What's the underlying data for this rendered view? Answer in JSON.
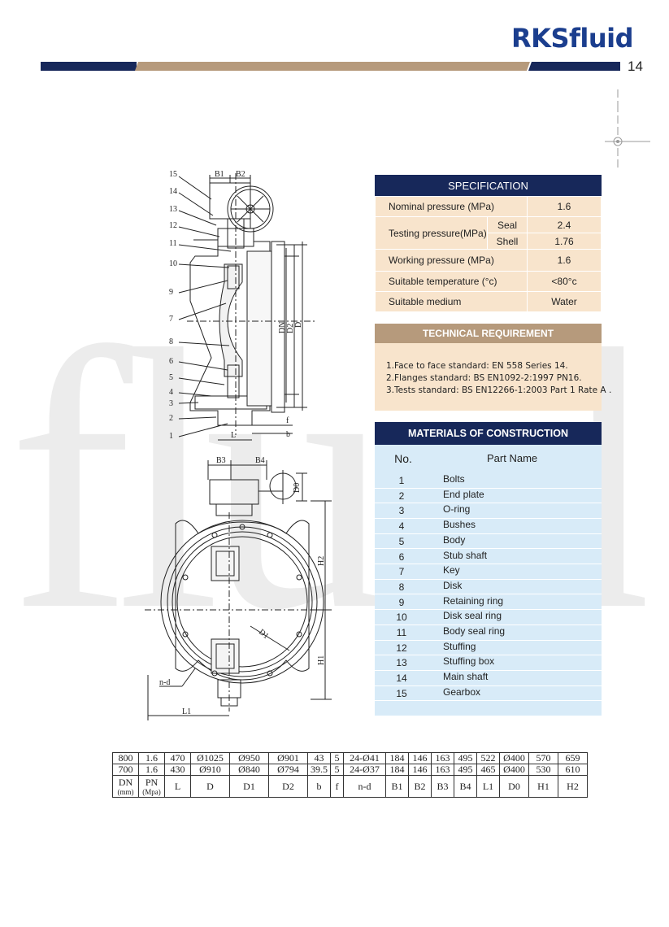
{
  "brand": {
    "logo_text": "RKSfluid",
    "page_number": "14",
    "watermark": "fluid"
  },
  "colors": {
    "navy": "#17285a",
    "tan": "#b69a7c",
    "peach": "#f8e4cc",
    "light_blue": "#d8ebf8",
    "logo_blue": "#1b3e8e"
  },
  "drawing": {
    "side_labels": [
      "15",
      "14",
      "13",
      "12",
      "11",
      "10",
      "9",
      "7",
      "8",
      "6",
      "5",
      "4",
      "3",
      "2",
      "1"
    ],
    "side_dims": {
      "b1": "B1",
      "b2": "B2",
      "dn": "DN",
      "d2": "D2",
      "d": "D",
      "f": "f",
      "b": "b",
      "l": "L"
    },
    "front_dims": {
      "b3": "B3",
      "b4": "B4",
      "d0": "D0",
      "h2": "H2",
      "h1": "H1",
      "d1": "D1",
      "nd": "n-d",
      "l1": "L1"
    }
  },
  "specification": {
    "title": "SPECIFICATION",
    "nominal_label": "Nominal pressure (MPa)",
    "nominal_value": "1.6",
    "testing_label": "Testing pressure(MPa)",
    "seal_label": "Seal",
    "seal_value": "2.4",
    "shell_label": "Shell",
    "shell_value": "1.76",
    "working_label": "Working pressure (MPa)",
    "working_value": "1.6",
    "temp_label": "Suitable temperature (°c)",
    "temp_value": "<80°c",
    "medium_label": "Suitable medium",
    "medium_value": "Water"
  },
  "technical": {
    "title": "TECHNICAL REQUIREMENT",
    "lines": [
      "1.Face to face standard: EN 558 Series 14.",
      "2.Flanges standard: BS EN1092-2:1997 PN16.",
      "3.Tests standard: BS EN12266-1:2003 Part 1 Rate A ."
    ]
  },
  "materials": {
    "title": "MATERIALS OF CONSTRUCTION",
    "col_no": "No.",
    "col_part": "Part Name",
    "rows": [
      {
        "no": "1",
        "part": "Bolts"
      },
      {
        "no": "2",
        "part": "End plate"
      },
      {
        "no": "3",
        "part": "O-ring"
      },
      {
        "no": "4",
        "part": "Bushes"
      },
      {
        "no": "5",
        "part": "Body"
      },
      {
        "no": "6",
        "part": "Stub shaft"
      },
      {
        "no": "7",
        "part": "Key"
      },
      {
        "no": "8",
        "part": "Disk"
      },
      {
        "no": "9",
        "part": "Retaining ring"
      },
      {
        "no": "10",
        "part": "Disk seal ring"
      },
      {
        "no": "11",
        "part": "Body seal ring"
      },
      {
        "no": "12",
        "part": "Stuffing"
      },
      {
        "no": "13",
        "part": "Stuffing box"
      },
      {
        "no": "14",
        "part": "Main shaft"
      },
      {
        "no": "15",
        "part": "Gearbox"
      }
    ]
  },
  "dimensions": {
    "rows": [
      [
        "800",
        "1.6",
        "470",
        "Ø1025",
        "Ø950",
        "Ø901",
        "43",
        "5",
        "24-Ø41",
        "184",
        "146",
        "163",
        "495",
        "522",
        "Ø400",
        "570",
        "659"
      ],
      [
        "700",
        "1.6",
        "430",
        "Ø910",
        "Ø840",
        "Ø794",
        "39.5",
        "5",
        "24-Ø37",
        "184",
        "146",
        "163",
        "495",
        "465",
        "Ø400",
        "530",
        "610"
      ]
    ],
    "header": {
      "dn": "DN",
      "dn_unit": "(mm)",
      "pn": "PN",
      "pn_unit": "(Mpa)",
      "cols": [
        "L",
        "D",
        "D1",
        "D2",
        "b",
        "f",
        "n-d",
        "B1",
        "B2",
        "B3",
        "B4",
        "L1",
        "D0",
        "H1",
        "H2"
      ]
    }
  }
}
